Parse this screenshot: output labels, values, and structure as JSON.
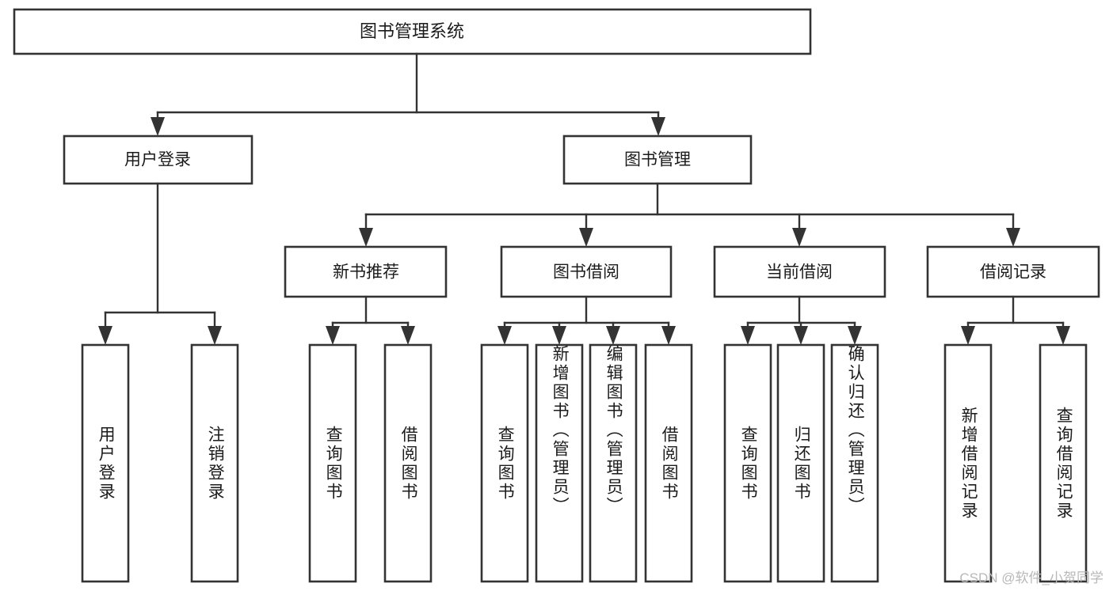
{
  "diagram": {
    "title": "图书管理系统",
    "type": "tree-hierarchy",
    "watermark": "CSDN @软件_小贺同学",
    "level1": [
      {
        "id": "user-login",
        "label": "用户登录"
      },
      {
        "id": "book-management",
        "label": "图书管理"
      }
    ],
    "level2": [
      {
        "id": "new-book-recommend",
        "label": "新书推荐",
        "parent": "book-management"
      },
      {
        "id": "book-borrow",
        "label": "图书借阅",
        "parent": "book-management"
      },
      {
        "id": "current-borrow",
        "label": "当前借阅",
        "parent": "book-management"
      },
      {
        "id": "borrow-record",
        "label": "借阅记录",
        "parent": "book-management"
      }
    ],
    "leaves": {
      "user-login": [
        {
          "id": "leaf-user-login",
          "label": "用户登录"
        },
        {
          "id": "leaf-logout",
          "label": "注销登录"
        }
      ],
      "new-book-recommend": [
        {
          "id": "leaf-query-book-1",
          "label": "查询图书"
        },
        {
          "id": "leaf-borrow-book-1",
          "label": "借阅图书"
        }
      ],
      "book-borrow": [
        {
          "id": "leaf-query-book-2",
          "label": "查询图书"
        },
        {
          "id": "leaf-add-book",
          "label": "新增图书（管理员）"
        },
        {
          "id": "leaf-edit-book",
          "label": "编辑图书（管理员）"
        },
        {
          "id": "leaf-borrow-book-2",
          "label": "借阅图书"
        }
      ],
      "current-borrow": [
        {
          "id": "leaf-query-book-3",
          "label": "查询图书"
        },
        {
          "id": "leaf-return-book",
          "label": "归还图书"
        },
        {
          "id": "leaf-confirm-return",
          "label": "确认归还（管理员）"
        }
      ],
      "borrow-record": [
        {
          "id": "leaf-add-record",
          "label": "新增借阅记录"
        },
        {
          "id": "leaf-query-record",
          "label": "查询借阅记录"
        }
      ]
    },
    "colors": {
      "stroke": "#333333",
      "fill": "#ffffff",
      "text": "#1b1b1b",
      "watermark": "#b8b8b8",
      "background": "#ffffff"
    }
  }
}
